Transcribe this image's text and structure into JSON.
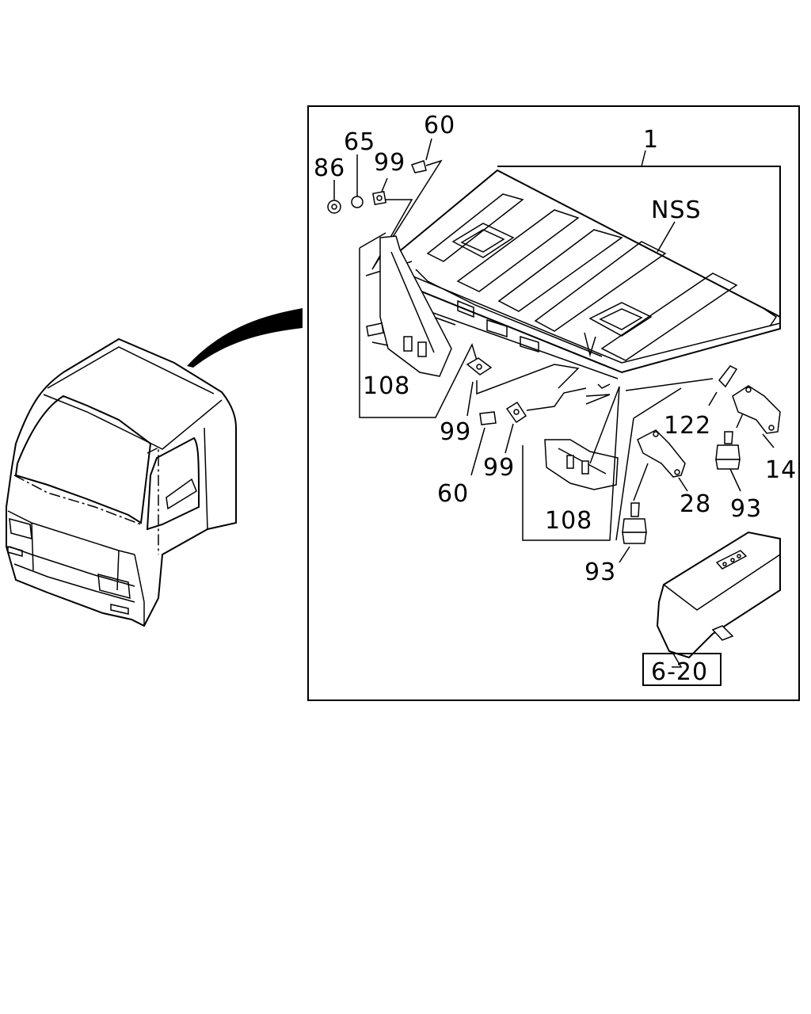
{
  "labels": {
    "p1": "1",
    "nss": "NSS",
    "p60_top": "60",
    "p65": "65",
    "p86": "86",
    "p99_top": "99",
    "p108_left": "108",
    "p99_mid": "99",
    "p60_mid": "60",
    "p99_low": "99",
    "p108_right": "108",
    "p122": "122",
    "p14": "14",
    "p28": "28",
    "p93_right": "93",
    "p93_low": "93",
    "ref_6_20": "6-20"
  }
}
